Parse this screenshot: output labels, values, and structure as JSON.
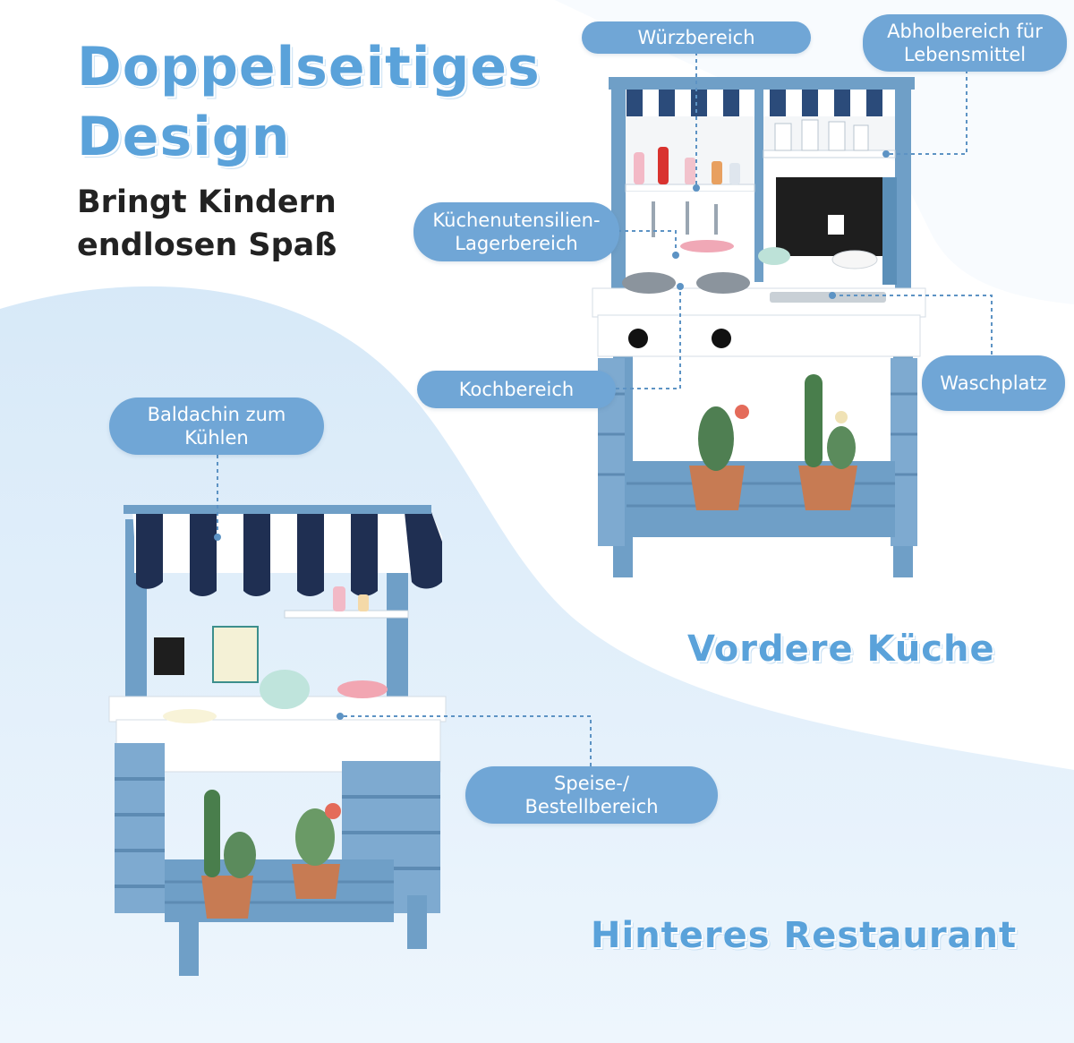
{
  "heading": {
    "title_line1": "Doppelseitiges",
    "title_line2": "Design",
    "subtitle_line1": "Bringt Kindern",
    "subtitle_line2": "endlosen Spaß"
  },
  "front_view": {
    "caption": "Vordere Küche",
    "labels": {
      "spice": "Würzbereich",
      "pickup": "Abholbereich für\nLebensmittel",
      "utensils": "Küchenutensilien-\nLagerbereich",
      "cooking": "Kochbereich",
      "washing": "Waschplatz"
    }
  },
  "back_view": {
    "caption": "Hinteres Restaurant",
    "labels": {
      "canopy": "Baldachin zum\nKühlen",
      "dining": "Speise-/\nBestellbereich"
    }
  },
  "colors": {
    "accent_blue": "#5aa2da",
    "label_pill": "#70a6d6",
    "background_wave": "#e3f0fb",
    "wood_blue": "#6f9fc7",
    "awning_navy": "#1f2f52"
  }
}
